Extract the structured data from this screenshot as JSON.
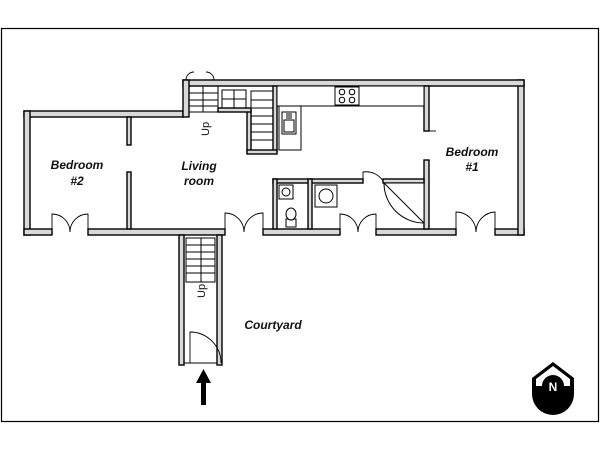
{
  "rooms": {
    "bedroom2": {
      "line1": "Bedroom",
      "line2": "#2"
    },
    "living": {
      "line1": "Living",
      "line2": "room"
    },
    "bedroom1": {
      "line1": "Bedroom",
      "line2": "#1"
    },
    "courtyard": "Courtyard"
  },
  "stairs": {
    "upper": "Up",
    "lower": "Up"
  },
  "compass": {
    "letter": "N"
  }
}
